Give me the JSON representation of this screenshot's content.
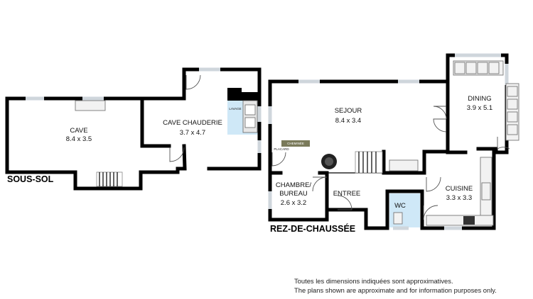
{
  "levels": {
    "basement": "SOUS-SOL",
    "ground": "REZ-DE-CHAUSSÉE"
  },
  "rooms": {
    "cave": {
      "name": "CAVE",
      "dims": "8.4 x 3.5"
    },
    "cave_chauderie": {
      "name": "CAVE CHAUDERIE",
      "dims": "3.7 x 4.7"
    },
    "sejour": {
      "name": "SEJOUR",
      "dims": "8.4 x 3.4"
    },
    "dining": {
      "name": "DINING",
      "dims": "3.9 x 5.1"
    },
    "chambre": {
      "name_line1": "CHAMBRE/",
      "name_line2": "BUREAU",
      "dims": "2.6 x 3.2"
    },
    "entree": {
      "name": "ENTREE"
    },
    "wc": {
      "name": "WC"
    },
    "cuisine": {
      "name": "CUISINE",
      "dims": "3.3 x 3.3"
    }
  },
  "fixtures": {
    "lavage": "LAVAGE",
    "cheminee": "CHEMINÉE",
    "placard": "PLACARD"
  },
  "colors": {
    "wall": "#000000",
    "window": "#cfd6dc",
    "wet_area": "#cfe8f7"
  },
  "disclaimer": {
    "line1": "Toutes les dimensions indiquées sont approximatives.",
    "line2": "The plans shown are approximate and for information purposes only."
  }
}
